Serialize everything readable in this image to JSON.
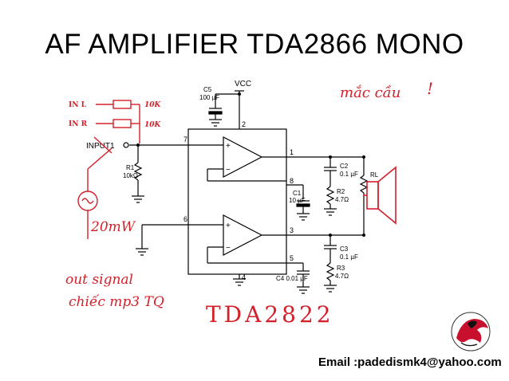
{
  "slide": {
    "title": "AF AMPLIFIER TDA2866 MONO",
    "email": "Email :padedismk4@yahoo.com"
  },
  "schematic": {
    "vcc": "VCC",
    "c5": "C5",
    "c5_val": "100 µF",
    "input": "INPUT1",
    "r1": "R1",
    "r1_val": "10kΩ",
    "c1": "C1",
    "c1_val": "10 µF",
    "c2": "C2",
    "c2_val": "0.1 µF",
    "r2": "R2",
    "r2_val": "4.7Ω",
    "c3": "C3",
    "c3_val": "0.1 µF",
    "r3": "R3",
    "r3_val": "4.7Ω",
    "c4": "C4 0.01 µF",
    "rl": "RL",
    "pins": [
      "7",
      "2",
      "1",
      "8",
      "6",
      "3",
      "5",
      "4"
    ]
  },
  "annotations": {
    "in_l": "IN L",
    "in_r": "IN R",
    "r_l": "10K",
    "r_r": "10K",
    "bridge_note": "mắc cầu",
    "power_note": "20mW",
    "source_note": "out signal",
    "source_note2": "chiếc mp3 TQ",
    "chip_note": "TDA2822"
  },
  "colors": {
    "ink": "#000000",
    "handwriting": "#d4202a",
    "logo_red": "#c8102e"
  }
}
